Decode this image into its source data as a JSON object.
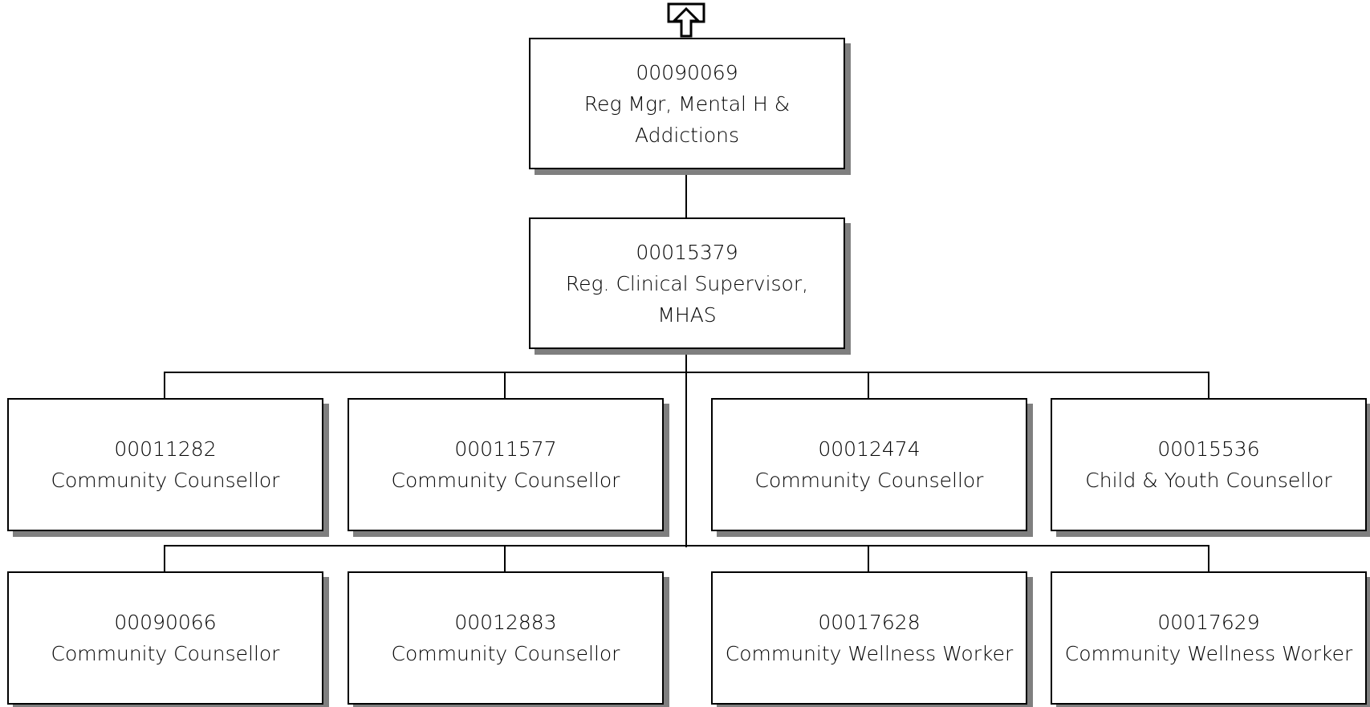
{
  "colors": {
    "line": "#000000",
    "shadow": "#7f7f7f",
    "box_fill": "#ffffff"
  },
  "navigation": {
    "icon": "up-arrow-icon"
  },
  "top": {
    "id": "00090069",
    "title_line1": "Reg Mgr, Mental H &",
    "title_line2": "Addictions"
  },
  "supervisor": {
    "id": "00015379",
    "title_line1": "Reg. Clinical Supervisor,",
    "title_line2": "MHAS"
  },
  "reports": [
    {
      "id": "00011282",
      "title": "Community Counsellor"
    },
    {
      "id": "00011577",
      "title": "Community Counsellor"
    },
    {
      "id": "00012474",
      "title": "Community Counsellor"
    },
    {
      "id": "00015536",
      "title": "Child & Youth Counsellor"
    },
    {
      "id": "00090066",
      "title": "Community Counsellor"
    },
    {
      "id": "00012883",
      "title": "Community Counsellor"
    },
    {
      "id": "00017628",
      "title": "Community Wellness Worker"
    },
    {
      "id": "00017629",
      "title": "Community Wellness Worker"
    }
  ]
}
